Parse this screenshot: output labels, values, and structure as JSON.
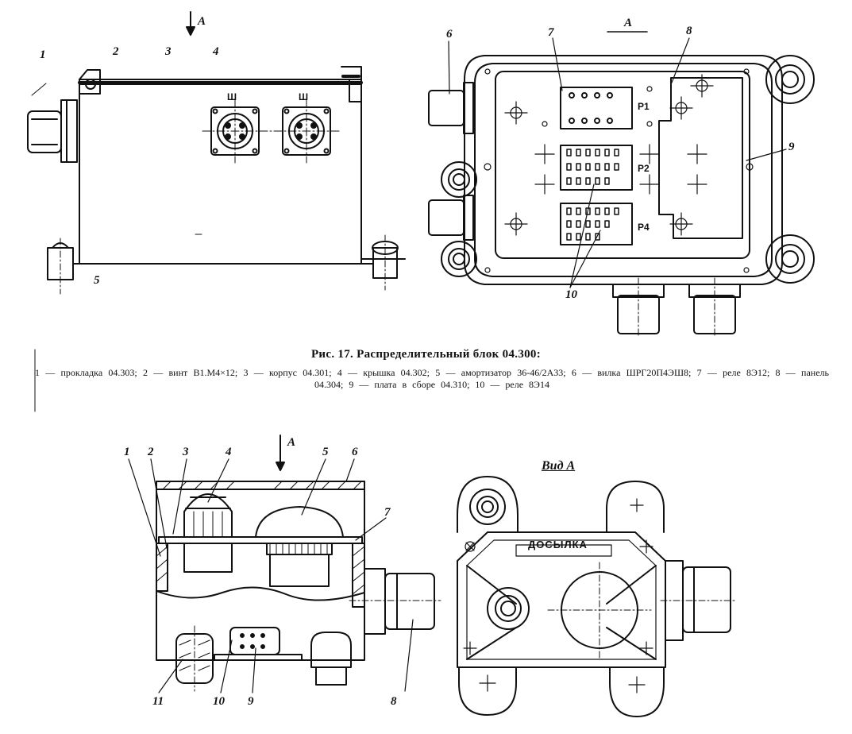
{
  "figure": {
    "title_prefix": "Рис. 17.",
    "title": "Распределительный блок 04.300:",
    "legend": "1 — прокладка 04.303; 2 — винт В1.М4×12; 3 — корпус 04.301; 4 — крышка 04.302; 5 — амортизатор 36-46/2А33; 6 — вилка ШРГ20П4ЭШ8; 7 — реле 8Э12; 8 — панель 04.304; 9 — плата в сборе 04.310; 10 — реле 8Э14"
  },
  "top_left": {
    "view_arrow": "A",
    "callouts": [
      "1",
      "2",
      "3",
      "4",
      "5"
    ],
    "connector_labels": [
      "Ш",
      "Ш"
    ]
  },
  "top_right": {
    "view_mark": "A",
    "callouts": [
      "6",
      "7",
      "8",
      "9",
      "10"
    ],
    "relay_labels": [
      "P1",
      "P2",
      "P4"
    ]
  },
  "bottom_left": {
    "view_arrow": "A",
    "callouts": [
      "1",
      "2",
      "3",
      "4",
      "5",
      "6",
      "7",
      "8",
      "9",
      "10",
      "11"
    ]
  },
  "bottom_right": {
    "view_title": "Вид A",
    "plate_text": "ДОСЫЛКА"
  }
}
